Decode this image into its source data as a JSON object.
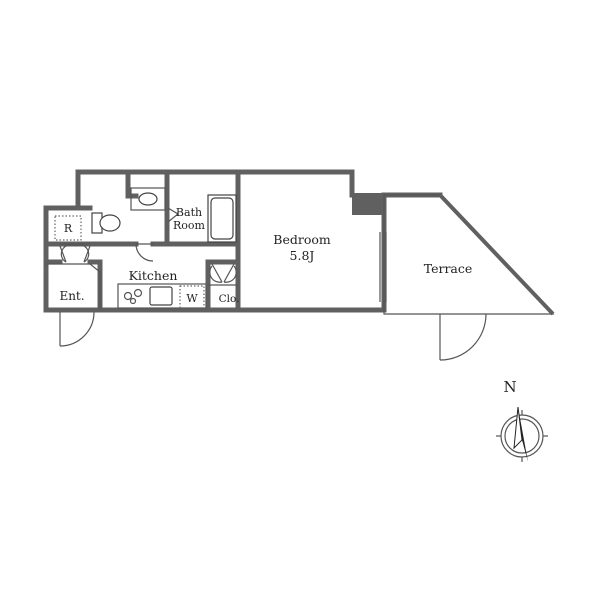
{
  "rooms": {
    "bedroom": {
      "name": "Bedroom",
      "size": "5.8J"
    },
    "bath": {
      "line1": "Bath",
      "line2": "Room"
    },
    "kitchen": {
      "name": "Kitchen"
    },
    "entrance": {
      "name": "Ent."
    },
    "closet": {
      "name": "Clo."
    },
    "terrace": {
      "name": "Terrace"
    }
  },
  "fixtures": {
    "refrigerator": {
      "label": "R"
    },
    "washer": {
      "label": "W"
    }
  },
  "compass": {
    "north_label": "N"
  },
  "colors": {
    "wall": "#606060",
    "line": "#444444",
    "text": "#222222",
    "background": "#ffffff"
  }
}
